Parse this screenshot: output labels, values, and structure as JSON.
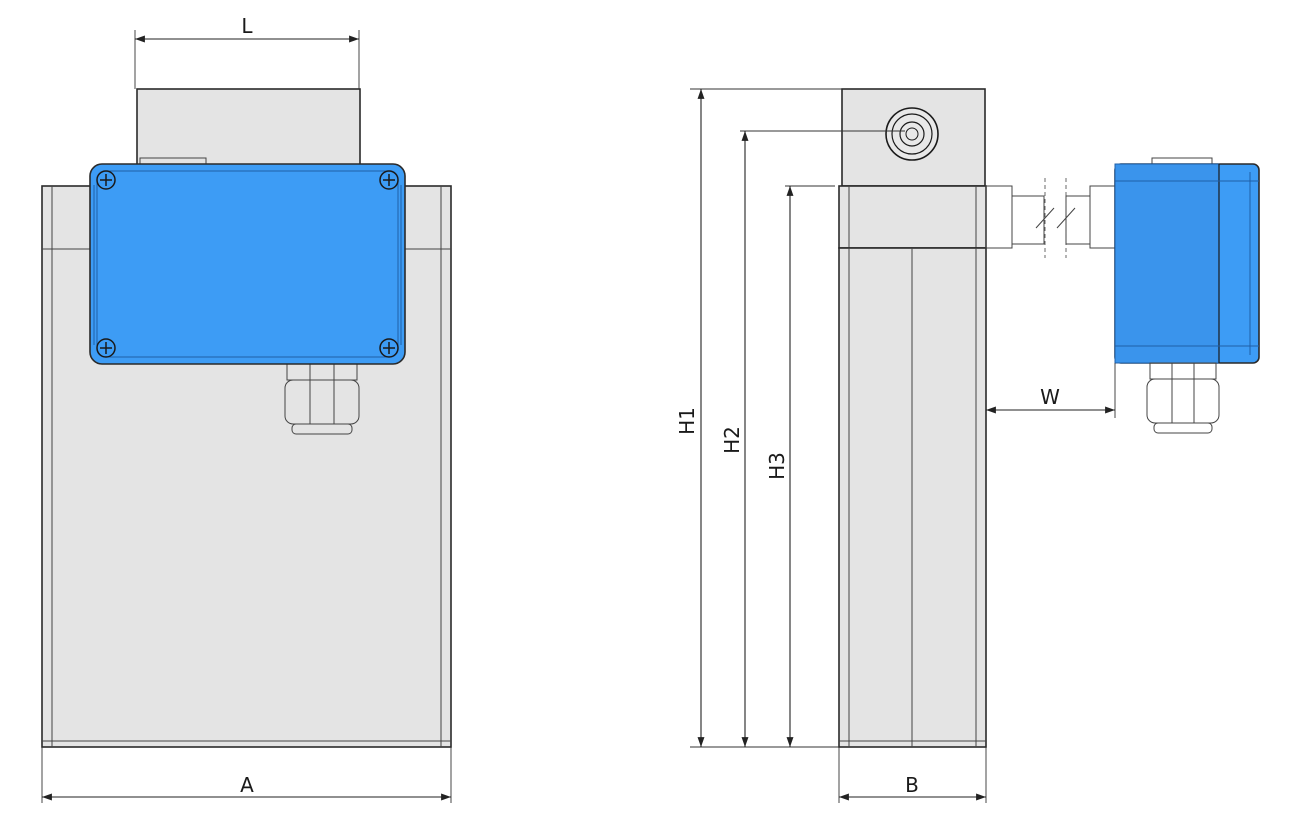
{
  "dimensions": {
    "L": "L",
    "A": "A",
    "B": "B",
    "W": "W",
    "H1": "H1",
    "H2": "H2",
    "H3": "H3"
  },
  "colors": {
    "housing": "#e4e4e4",
    "enclosure": "#3d9cf5",
    "enclosure_dark": "#2b7fd8",
    "line": "#2a2a2a"
  }
}
